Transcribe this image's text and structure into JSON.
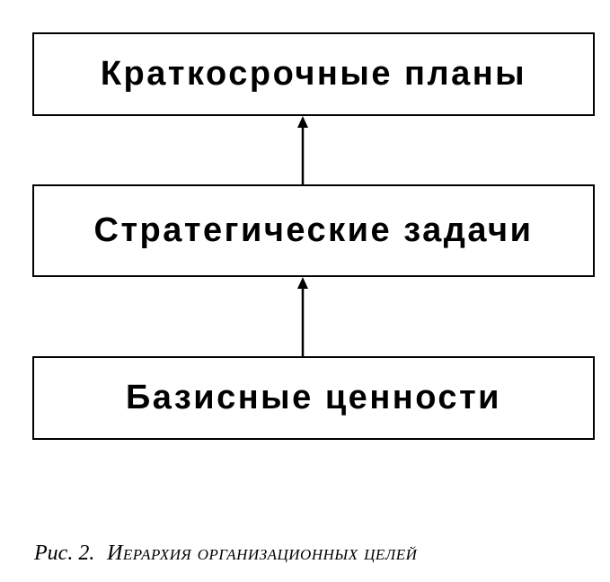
{
  "diagram": {
    "boxes": [
      {
        "id": "top",
        "label": "Краткосрочные планы"
      },
      {
        "id": "middle",
        "label": "Стратегические задачи"
      },
      {
        "id": "bottom",
        "label": "Базисные ценности"
      }
    ],
    "edges": [
      {
        "from": "bottom",
        "to": "middle"
      },
      {
        "from": "middle",
        "to": "top"
      }
    ]
  },
  "caption": {
    "label": "Рис. 2.",
    "title": "Иерархия организационных целей"
  }
}
